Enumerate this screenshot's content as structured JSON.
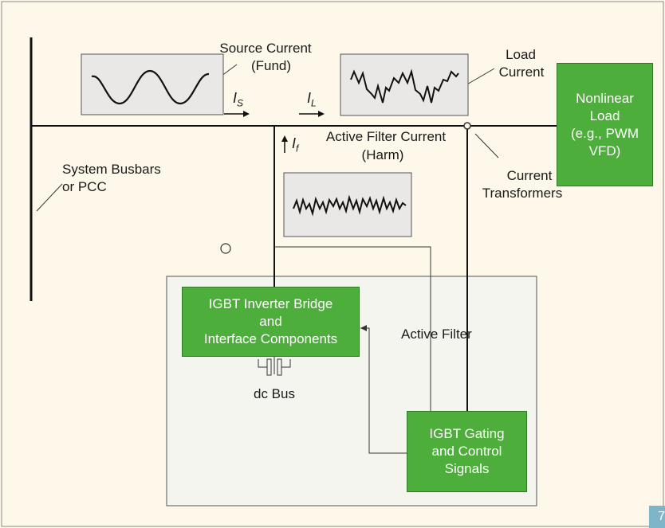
{
  "labels": {
    "source_current": "Source Current",
    "source_current_sub": "(Fund)",
    "load_current_1": "Load",
    "load_current_2": "Current",
    "active_filter_current": "Active Filter Current",
    "active_filter_current_sub": "(Harm)",
    "system_busbars_1": "System Busbars",
    "system_busbars_2": "or PCC",
    "current_transformers_1": "Current",
    "current_transformers_2": "Transformers",
    "active_filter": "Active Filter",
    "dc_bus": "dc Bus"
  },
  "symbols": {
    "is_main": "I",
    "is_sub": "S",
    "il_main": "I",
    "il_sub": "L",
    "if_main": "I",
    "if_sub": "f"
  },
  "boxes": {
    "nonlinear_load": "Nonlinear\nLoad\n(e.g., PWM\nVFD)",
    "igbt_inverter": "IGBT Inverter Bridge\nand\nInterface Components",
    "igbt_gating": "IGBT Gating\nand Control\nSignals"
  },
  "page_badge": "7",
  "colors": {
    "background": "#fdf8ea",
    "green_box": "#4eae3b",
    "waveform_panel": "#e9e8e6",
    "badge": "#7fb5c9"
  }
}
